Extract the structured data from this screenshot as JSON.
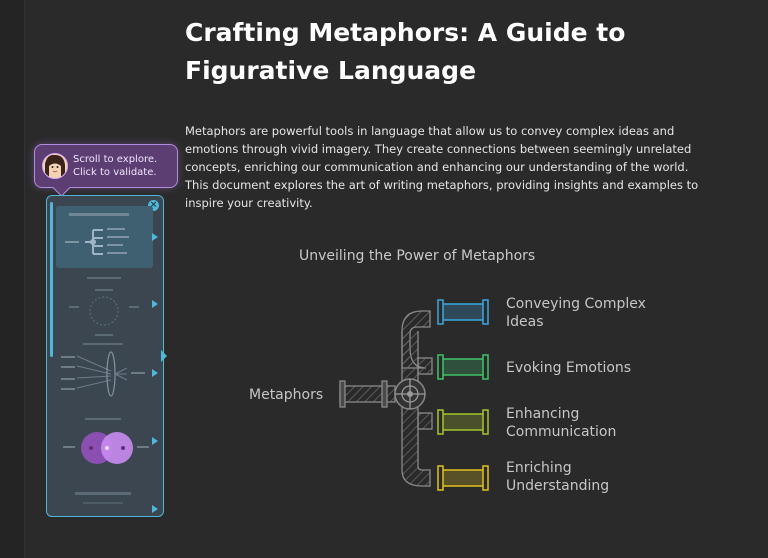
{
  "document": {
    "title": "Crafting Metaphors: A Guide to Figurative Language",
    "paragraph": "Metaphors are powerful tools in language that allow us to convey complex ideas and emotions through vivid imagery. They create connections between seemingly unrelated concepts, enriching our communication and enhancing our understanding of the world. This document explores the art of writing metaphors, providing insights and examples to inspire your creativity."
  },
  "tooltip": {
    "text": "Scroll to explore.\nClick to validate."
  },
  "minimap": {
    "close_glyph": "×"
  },
  "diagram": {
    "title": "Unveiling the Power of Metaphors",
    "source_label": "Metaphors",
    "branches": [
      {
        "label": "Conveying Complex\nIdeas",
        "color": "#3aa8e0"
      },
      {
        "label": "Evoking Emotions",
        "color": "#3fc46a"
      },
      {
        "label": "Enhancing\nCommunication",
        "color": "#a6c530"
      },
      {
        "label": "Enriching\nUnderstanding",
        "color": "#e3c21f"
      }
    ]
  },
  "colors": {
    "background": "#2a2a2a",
    "accent": "#4fb7d8",
    "tooltip": "#5c3e72"
  }
}
